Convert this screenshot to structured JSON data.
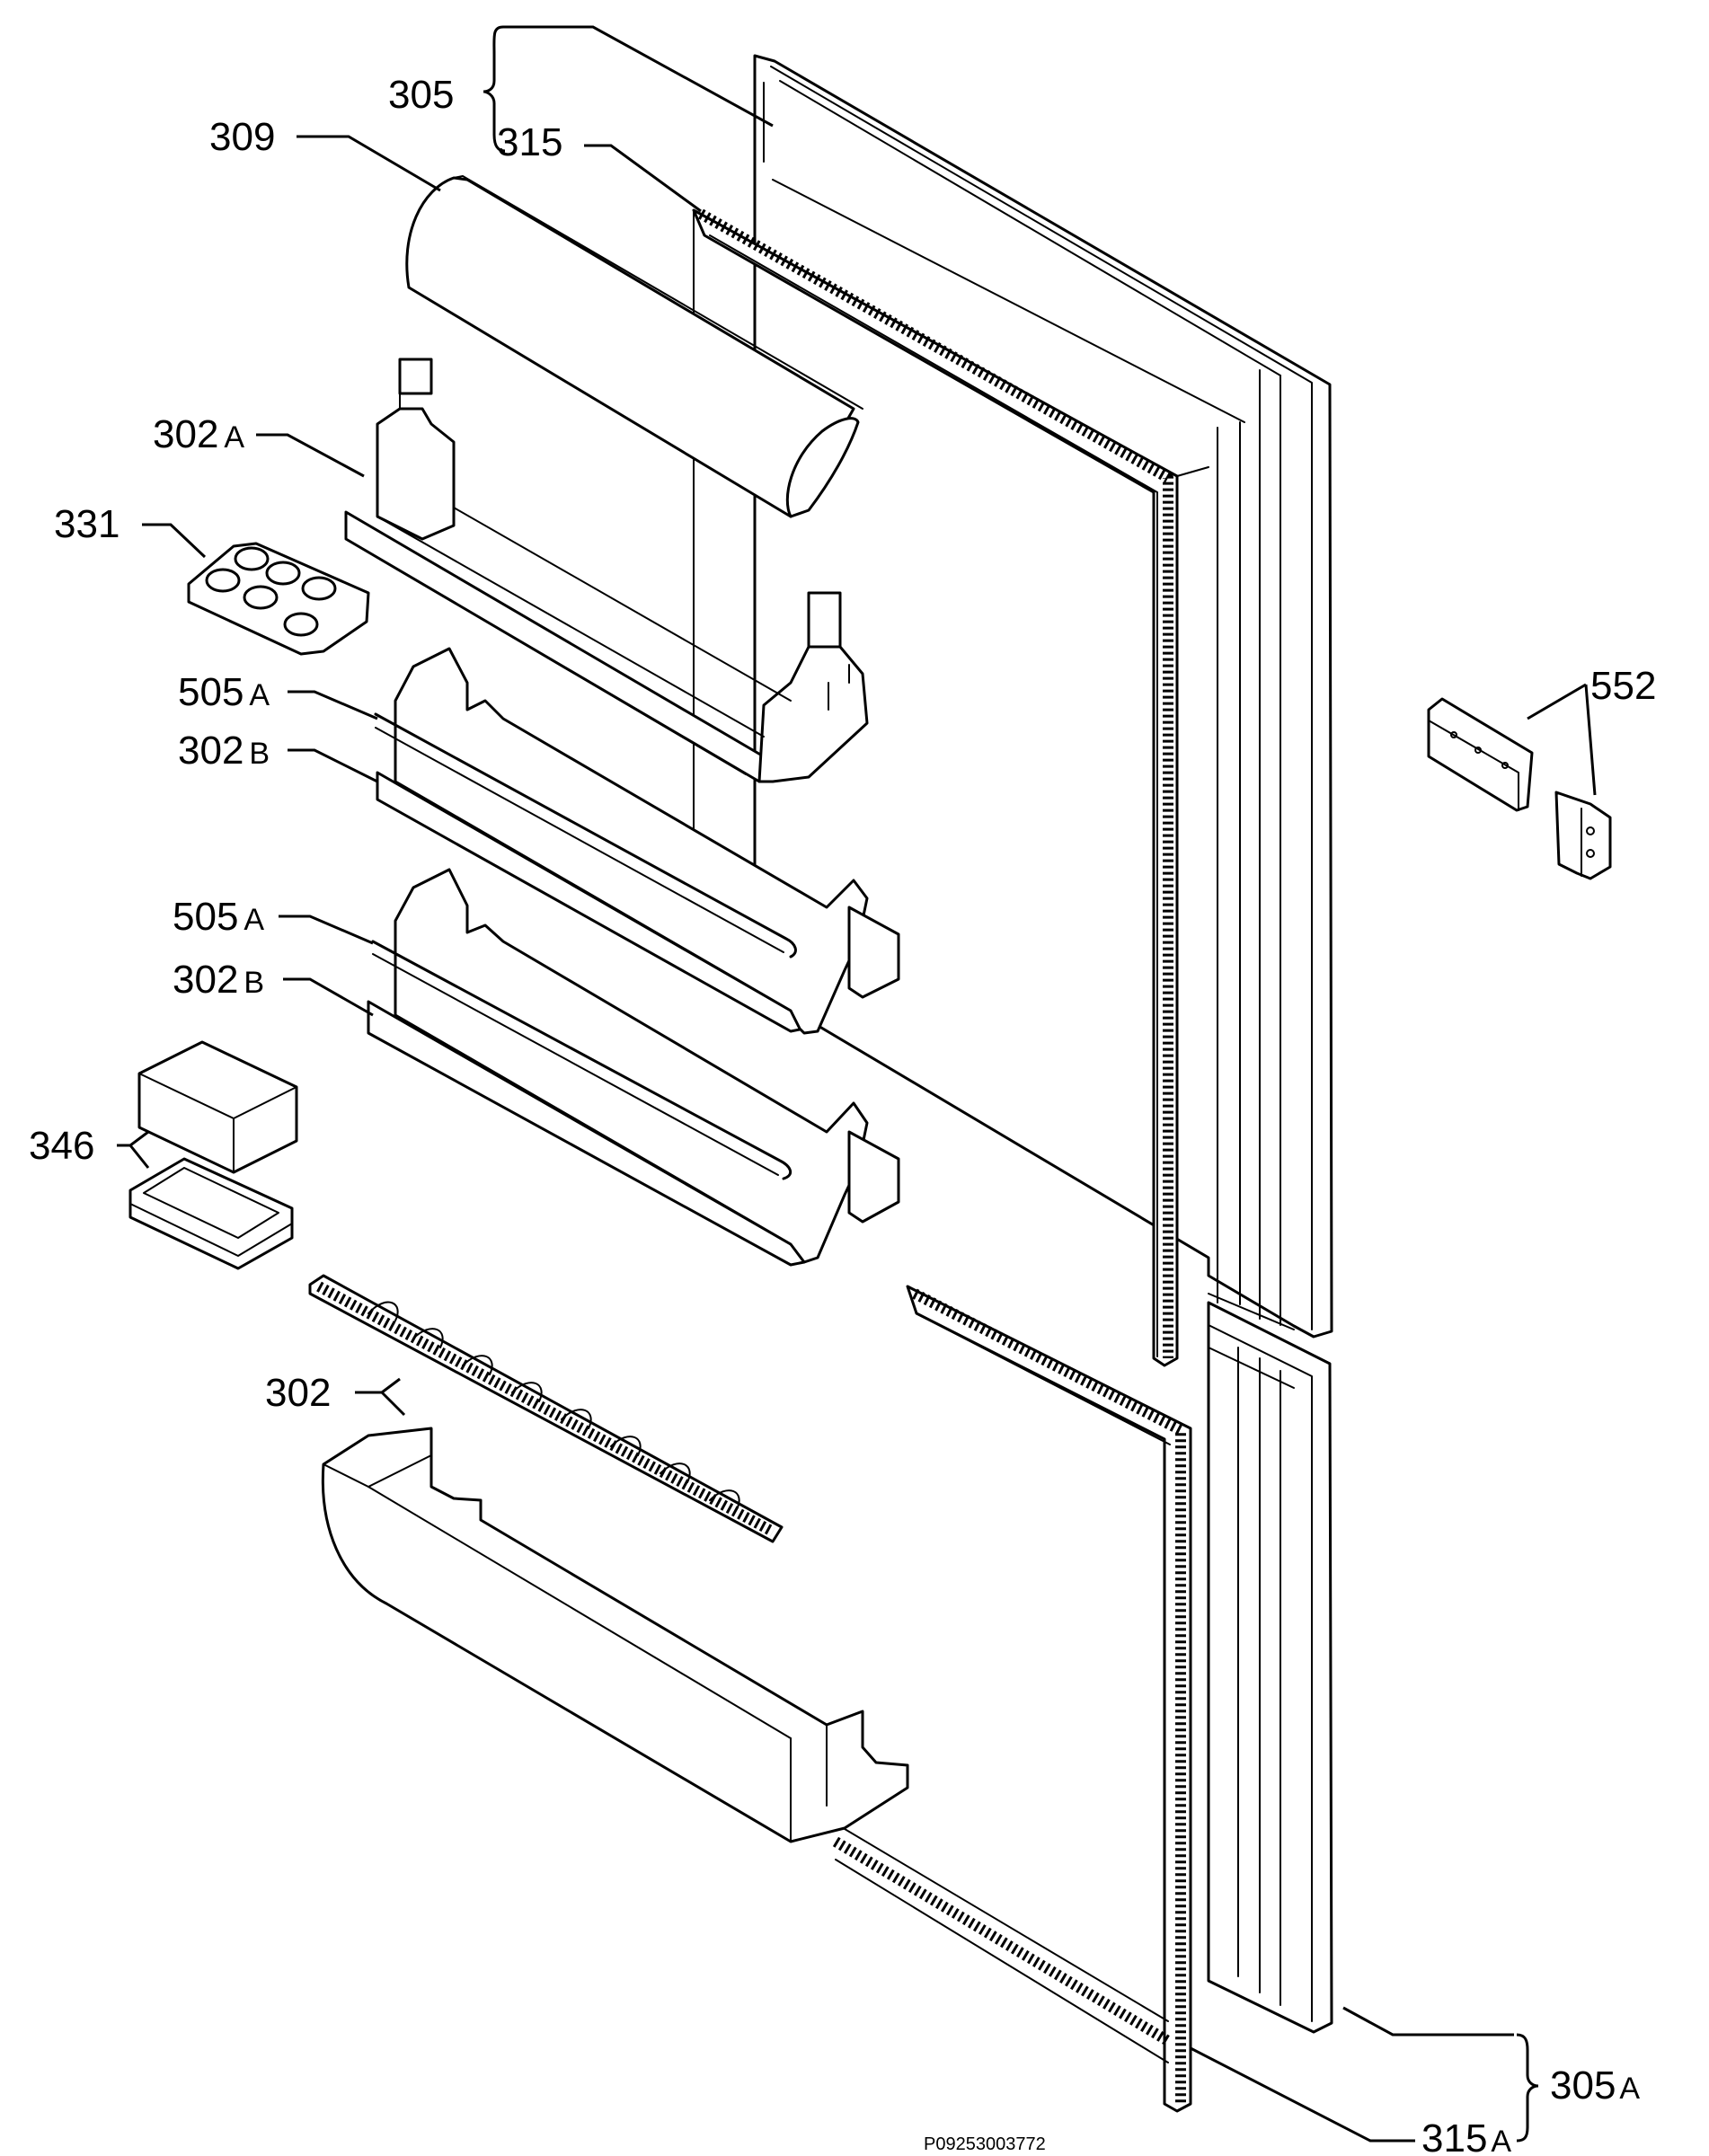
{
  "drawing_code": "P09253003772",
  "labels": {
    "p305": "305",
    "p315": "315",
    "p309": "309",
    "p302a": {
      "num": "302",
      "suffix": "A"
    },
    "p331": "331",
    "p505a_1": {
      "num": "505",
      "suffix": "A"
    },
    "p302b_1": {
      "num": "302",
      "suffix": "B"
    },
    "p505a_2": {
      "num": "505",
      "suffix": "A"
    },
    "p302b_2": {
      "num": "302",
      "suffix": "B"
    },
    "p346": "346",
    "p302": "302",
    "p552": "552",
    "p305a": {
      "num": "305",
      "suffix": "A"
    },
    "p315a": {
      "num": "315",
      "suffix": "A"
    }
  }
}
